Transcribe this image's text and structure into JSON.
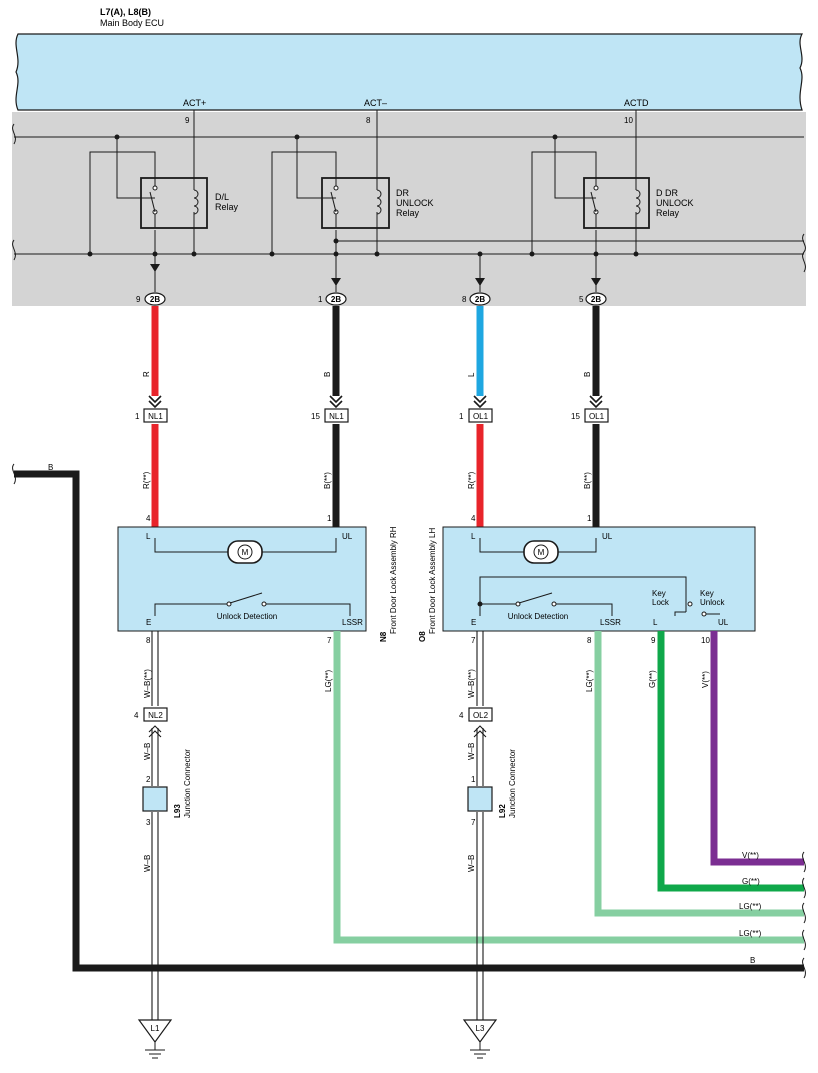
{
  "ecu": {
    "id": "L7(A), L8(B)",
    "name": "Main Body ECU",
    "signals": [
      {
        "label": "ACT+",
        "pin": "9",
        "conn_pin": "9",
        "conn": "2B"
      },
      {
        "label": "ACT–",
        "pin": "8",
        "conn_pin": "1",
        "conn": "2B"
      },
      {
        "label": "",
        "pin": "",
        "conn_pin": "8",
        "conn": "2B"
      },
      {
        "label": "ACTD",
        "pin": "10",
        "conn_pin": "5",
        "conn": "2B"
      }
    ],
    "relays": [
      {
        "lines": [
          "D/L",
          "Relay"
        ]
      },
      {
        "lines": [
          "DR",
          "UNLOCK",
          "Relay"
        ]
      },
      {
        "lines": [
          "D DR",
          "UNLOCK",
          "Relay"
        ]
      }
    ]
  },
  "wires": {
    "upper": [
      {
        "color_code": "R",
        "pin": "1",
        "conn": "NL1"
      },
      {
        "color_code": "B",
        "pin": "15",
        "conn": "NL1"
      },
      {
        "color_code": "L",
        "pin": "1",
        "conn": "OL1"
      },
      {
        "color_code": "B",
        "pin": "15",
        "conn": "OL1"
      }
    ],
    "lower": [
      "R(**)",
      "B(**)",
      "R(**)",
      "B(**)"
    ],
    "ground_trunk": "B"
  },
  "colors": {
    "R": "#e8242b",
    "B": "#1a1a1a",
    "L": "#1ea7e1",
    "LG": "#86cfa1",
    "G": "#0fa84a",
    "V": "#7b2e92",
    "ecu_fill": "#bfe5f5",
    "panel_fill": "#d4d4d4"
  },
  "lock_rh": {
    "id": "N8",
    "name": "Front Door Lock Assembly RH",
    "motor": "M",
    "switch": "Unlock Detection",
    "terminals": {
      "L": "L",
      "UL": "UL",
      "E": "E",
      "LSSR": "LSSR"
    },
    "pins": {
      "L": "4",
      "UL": "1",
      "E": "8",
      "LSSR": "7"
    },
    "e_wire": "W–B(**)",
    "lssr_wire": "LG(**)",
    "conn_pin": "4",
    "conn": "NL2",
    "wb": "W–B",
    "junction": {
      "id": "L93",
      "name": "Junction Connector",
      "pin_in": "2",
      "pin_out": "3"
    },
    "wb_out": "W–B",
    "ground": "L1"
  },
  "lock_lh": {
    "id": "O8",
    "name": "Front Door Lock Assembly LH",
    "motor": "M",
    "switch": "Unlock Detection",
    "key_lock": [
      "Key",
      "Lock"
    ],
    "key_unlock": [
      "Key",
      "Unlock"
    ],
    "terminals": {
      "L": "L",
      "UL": "UL",
      "E": "E",
      "LSSR": "LSSR",
      "KL": "L",
      "KUL": "UL"
    },
    "pins": {
      "L": "4",
      "UL": "1",
      "E": "7",
      "LSSR": "8",
      "KL": "9",
      "KUL": "10"
    },
    "e_wire": "W–B(**)",
    "lssr_wire": "LG(**)",
    "kl_wire": "G(**)",
    "kul_wire": "V(**)",
    "conn_pin": "4",
    "conn": "OL2",
    "wb": "W–B",
    "junction": {
      "id": "L92",
      "name": "Junction Connector",
      "pin_in": "1",
      "pin_out": "7"
    },
    "wb_out": "W–B",
    "ground": "L3"
  },
  "exit_wires": [
    "V(**)",
    "G(**)",
    "LG(**)",
    "LG(**)",
    "B"
  ]
}
